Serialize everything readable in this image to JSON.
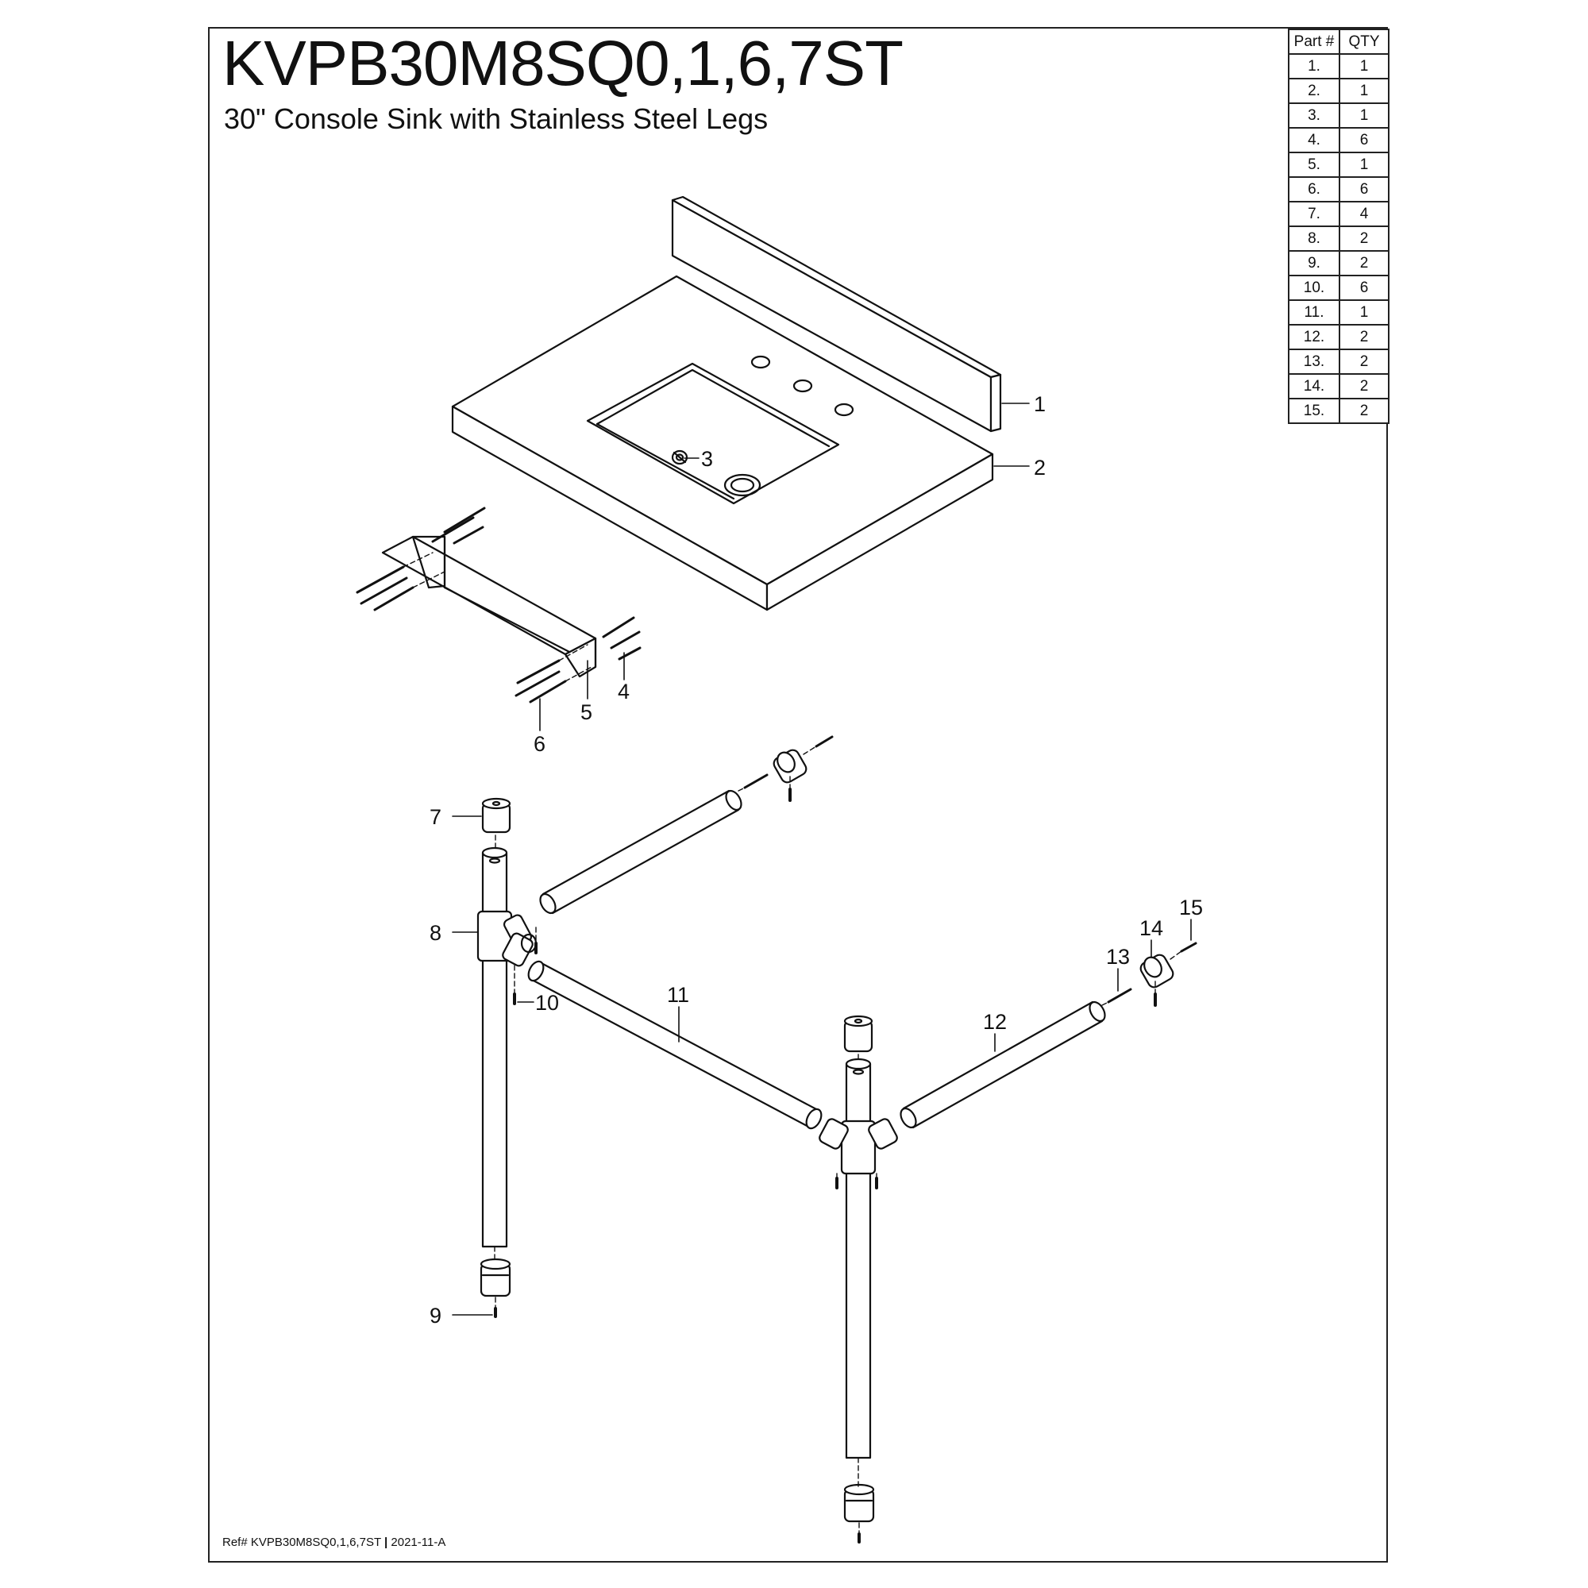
{
  "title": "KVPB30M8SQ0,1,6,7ST",
  "subtitle": "30\" Console Sink with Stainless Steel Legs",
  "ref_prefix": "Ref# KVPB30M8SQ0,1,6,7ST",
  "ref_separator": "|",
  "ref_code": "2021-11-A",
  "table": {
    "header_part": "Part #",
    "header_qty": "QTY",
    "rows": [
      {
        "part": "1.",
        "qty": "1"
      },
      {
        "part": "2.",
        "qty": "1"
      },
      {
        "part": "3.",
        "qty": "1"
      },
      {
        "part": "4.",
        "qty": "6"
      },
      {
        "part": "5.",
        "qty": "1"
      },
      {
        "part": "6.",
        "qty": "6"
      },
      {
        "part": "7.",
        "qty": "4"
      },
      {
        "part": "8.",
        "qty": "2"
      },
      {
        "part": "9.",
        "qty": "2"
      },
      {
        "part": "10.",
        "qty": "6"
      },
      {
        "part": "11.",
        "qty": "1"
      },
      {
        "part": "12.",
        "qty": "2"
      },
      {
        "part": "13.",
        "qty": "2"
      },
      {
        "part": "14.",
        "qty": "2"
      },
      {
        "part": "15.",
        "qty": "2"
      }
    ]
  },
  "callouts": {
    "c1": "1",
    "c2": "2",
    "c3": "3",
    "c4": "4",
    "c5": "5",
    "c6": "6",
    "c7": "7",
    "c8": "8",
    "c9": "9",
    "c10": "10",
    "c11": "11",
    "c12": "12",
    "c13": "13",
    "c14": "14",
    "c15": "15"
  },
  "colors": {
    "line": "#111111",
    "background": "#ffffff"
  }
}
